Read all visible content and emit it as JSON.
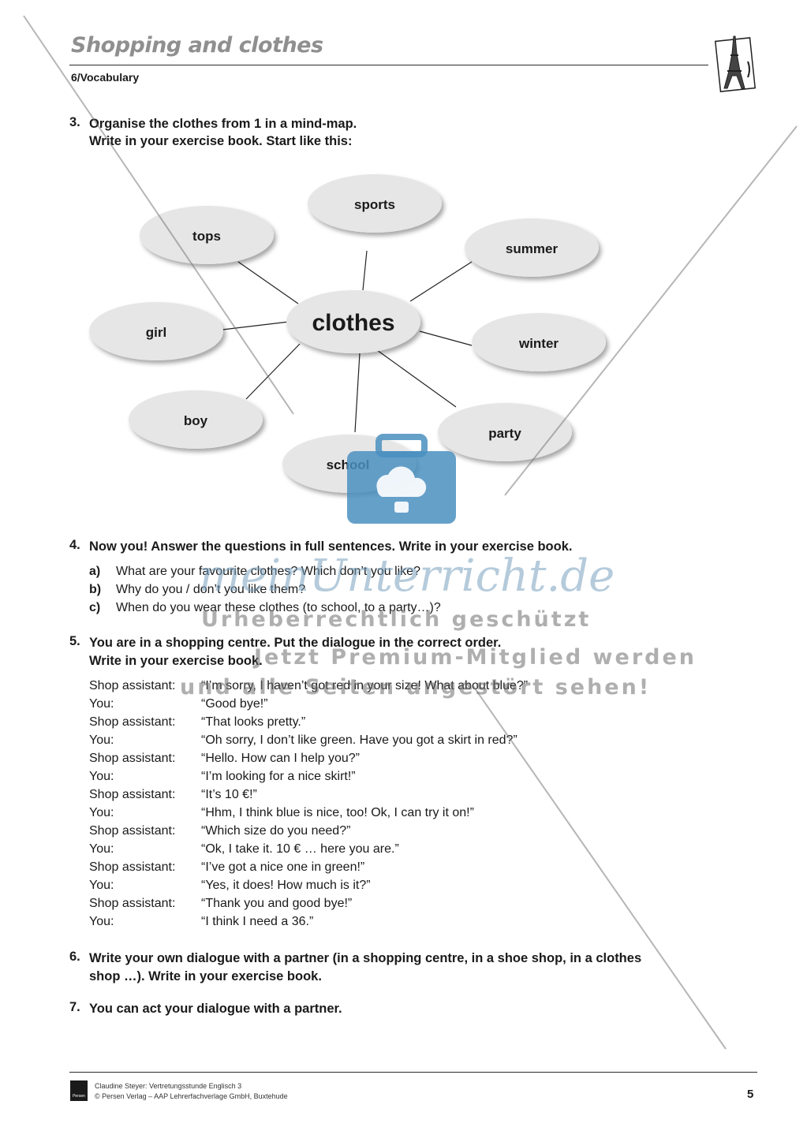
{
  "header": {
    "title": "Shopping and clothes",
    "subtitle": "6/Vocabulary"
  },
  "task3": {
    "number": "3.",
    "line1": "Organise the clothes from 1 in a mind-map.",
    "line2": "Write in your exercise book. Start like this:"
  },
  "mindmap": {
    "center": "clothes",
    "nodes": [
      "sports",
      "tops",
      "summer",
      "girl",
      "winter",
      "boy",
      "party",
      "school"
    ]
  },
  "task4": {
    "number": "4.",
    "text": "Now you! Answer the questions in full sentences. Write in your exercise book.",
    "items": [
      {
        "letter": "a)",
        "text": "What are your favourite clothes? Which don’t you like?"
      },
      {
        "letter": "b)",
        "text": "Why do you / don’t you like them?"
      },
      {
        "letter": "c)",
        "text": "When do you wear these clothes (to school, to a party…)?"
      }
    ]
  },
  "task5": {
    "number": "5.",
    "line1": "You are in a shopping centre. Put the dialogue in the correct order.",
    "line2": "Write in your exercise book.",
    "dialogue": [
      {
        "speaker": "Shop assistant:",
        "line": "“I’m sorry, I haven’t got red in your size! What about blue?”"
      },
      {
        "speaker": "You:",
        "line": "“Good bye!”"
      },
      {
        "speaker": "Shop assistant:",
        "line": "“That looks pretty.”"
      },
      {
        "speaker": "You:",
        "line": "“Oh sorry, I don’t like green. Have you got a skirt in red?”"
      },
      {
        "speaker": "Shop assistant:",
        "line": "“Hello. How can I help you?”"
      },
      {
        "speaker": "You:",
        "line": "“I’m looking for a nice skirt!”"
      },
      {
        "speaker": "Shop assistant:",
        "line": "“It’s 10 €!”"
      },
      {
        "speaker": "You:",
        "line": "“Hhm, I think blue is nice, too! Ok, I can try it on!”"
      },
      {
        "speaker": "Shop assistant:",
        "line": "“Which size do you need?”"
      },
      {
        "speaker": "You:",
        "line": "“Ok, I take it. 10 € … here you are.”"
      },
      {
        "speaker": "Shop assistant:",
        "line": "“I’ve got a nice one in green!”"
      },
      {
        "speaker": "You:",
        "line": "“Yes, it does! How much is it?”"
      },
      {
        "speaker": "Shop assistant:",
        "line": "“Thank you and good bye!”"
      },
      {
        "speaker": "You:",
        "line": "“I think I need a 36.”"
      }
    ]
  },
  "task6": {
    "number": "6.",
    "line1": "Write your own dialogue with a partner (in a shopping centre, in a shoe shop, in a clothes",
    "line2": "shop …). Write in your exercise book."
  },
  "task7": {
    "number": "7.",
    "text": "You can act your dialogue with a partner."
  },
  "watermark": {
    "brand": "meinUnterricht.de",
    "line1": "Urheberrechtlich geschützt",
    "line2": "Jetzt Premium-Mitglied werden",
    "line3": "und alle Seiten ungestört sehen!"
  },
  "footer": {
    "logo_text": "Persen",
    "line1": "Claudine Steyer: Vertretungsstunde Englisch 3",
    "line2": "© Persen Verlag – AAP Lehrerfachverlage GmbH, Buxtehude",
    "page_number": "5"
  },
  "colors": {
    "bubble_fill": "#e6e6e6",
    "watermark_blue": "#4a8fbf",
    "header_title": "#8f8f8f"
  }
}
